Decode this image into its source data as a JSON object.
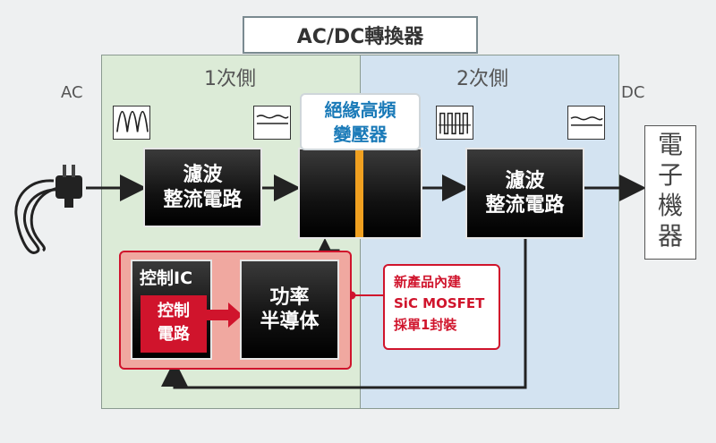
{
  "title": "AC/DC轉換器",
  "zones": {
    "primary": "1次側",
    "secondary": "2次側"
  },
  "side_labels": {
    "input": "AC",
    "output": "DC"
  },
  "blocks": {
    "filter_left": [
      "濾波",
      "整流電路"
    ],
    "transformer": [
      "絕緣高頻",
      "變壓器"
    ],
    "filter_right": [
      "濾波",
      "整流電路"
    ],
    "control_ic": "控制IC",
    "control_circuit": [
      "控制",
      "電路"
    ],
    "power_semi": [
      "功率",
      "半導体"
    ],
    "device": [
      "電",
      "子",
      "機",
      "器"
    ]
  },
  "callout": [
    "新產品內建",
    "SiC MOSFET",
    "採單1封裝"
  ],
  "colors": {
    "accent": "#d0142c",
    "core": "#f0a020",
    "zone1": "#dcebd7",
    "zone2": "#d3e3f1",
    "control_bg": "#f0a8a0"
  },
  "icons": [
    "ac-plug-icon",
    "sine-wave-icon",
    "ripple-wave-icon",
    "pulse-wave-icon",
    "dc-wave-icon"
  ]
}
